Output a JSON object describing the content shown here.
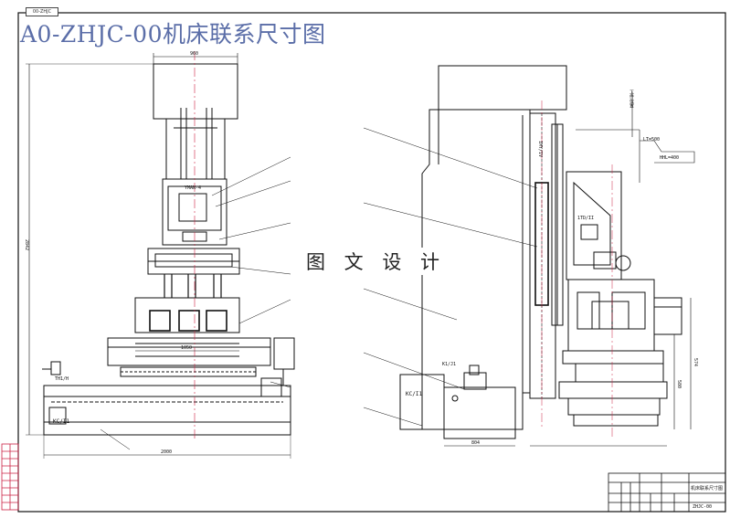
{
  "title": "A0-ZHJC-00机床联系尺寸图",
  "tag": "00-ZHJC",
  "watermark": "图 文 设 计",
  "colors": {
    "title": "#5b6ea8",
    "line": "#111111",
    "dim": "#333333"
  },
  "front_view": {
    "model_plate": "YMAN-4",
    "dim_1050": "1050",
    "dim_top": "960",
    "dim_left_height": "2842",
    "dim_bottom": "2000",
    "station_label": "TH1/H",
    "base_label": "KC/I1"
  },
  "side_view": {
    "left_box_label": "KC/I1",
    "left_box_top_label": "K1/J1",
    "spindle_label": "1MY/IV",
    "head_label": "1TD/II",
    "right_dim": "574",
    "lower_dim": "580",
    "bottom_dim": "804"
  },
  "right_annotation": {
    "dim_a": "LT=500",
    "dim_b": "HHL=400",
    "vertical_text": "工件位置"
  },
  "title_block": {
    "drawing_no": "ZHJC-00",
    "name": "机床联系尺寸图"
  }
}
